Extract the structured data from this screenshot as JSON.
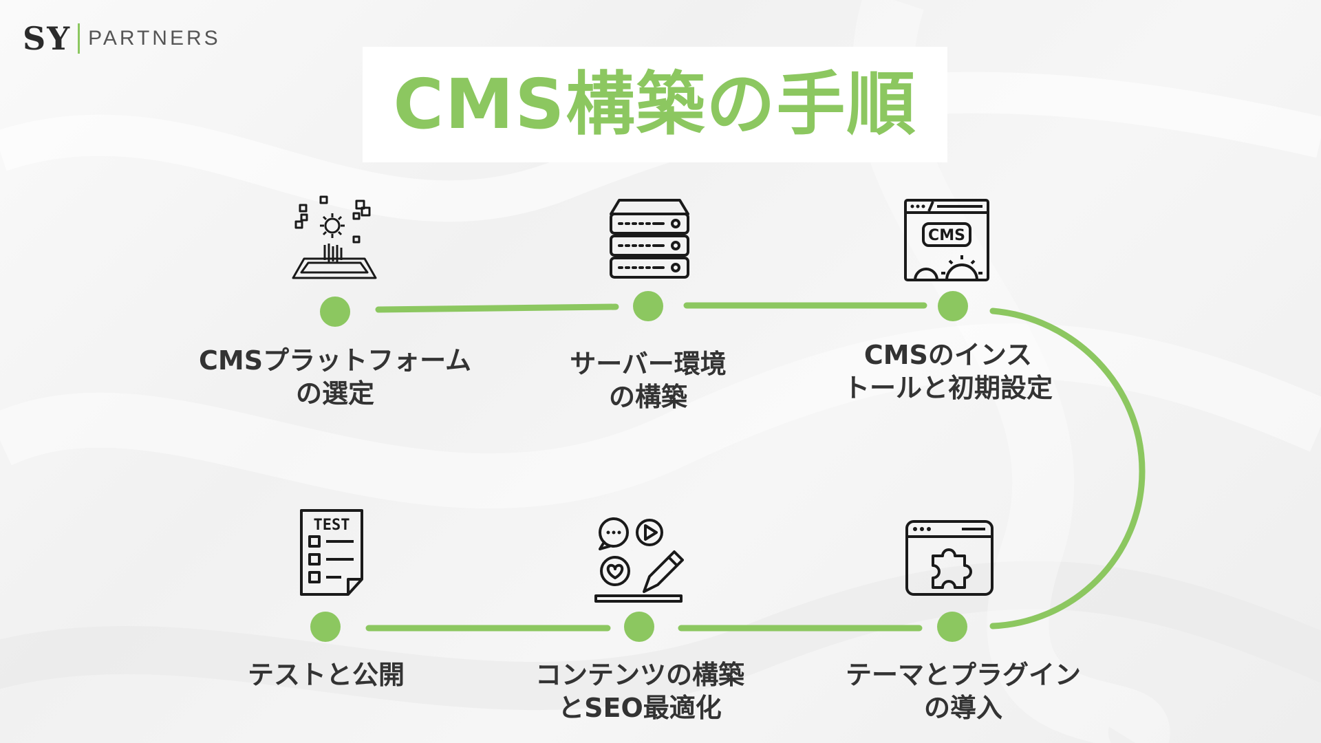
{
  "brand": {
    "mark": "SY",
    "name": "PARTNERS"
  },
  "title": "CMS構築の手順",
  "colors": {
    "accent": "#8cc760",
    "text": "#333333",
    "icon": "#1a1a1a",
    "title_box": "#ffffff"
  },
  "steps": [
    {
      "icon": "platform-selection-icon",
      "line1": "CMSプラットフォーム",
      "line2": "の選定"
    },
    {
      "icon": "server-icon",
      "line1": "サーバー環境",
      "line2": "の構築"
    },
    {
      "icon": "cms-window-icon",
      "line1": "CMSのインス",
      "line2": "トールと初期設定"
    },
    {
      "icon": "puzzle-window-icon",
      "line1": "テーマとプラグイン",
      "line2": "の導入"
    },
    {
      "icon": "content-creation-icon",
      "line1": "コンテンツの構築",
      "line2": "とSEO最適化"
    },
    {
      "icon": "test-checklist-icon",
      "line1": "テストと公開",
      "line2": ""
    }
  ],
  "icon_text": {
    "cms": "CMS",
    "test": "TEST"
  }
}
